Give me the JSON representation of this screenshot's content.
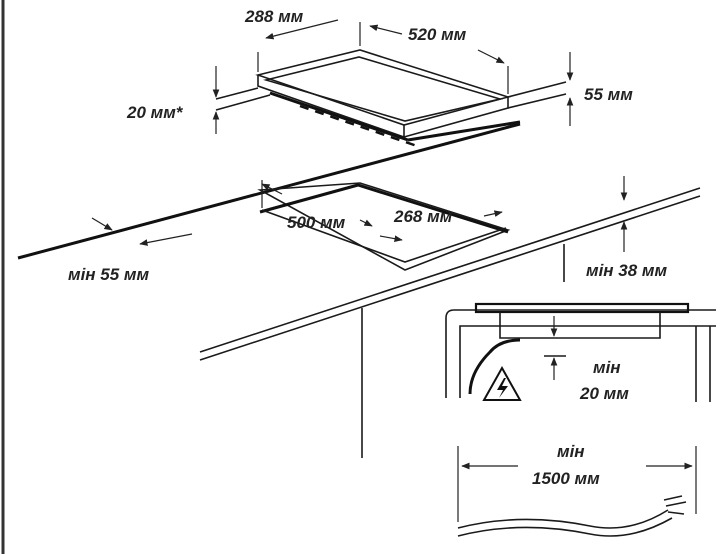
{
  "dimensions": {
    "hob_depth": "288 мм",
    "hob_width": "520 мм",
    "hob_clearance": "20 мм*",
    "hob_height": "55 мм",
    "cutout_width": "500 мм",
    "cutout_depth": "268 мм",
    "min_front_distance": "мін 55 мм",
    "min_worktop_thickness": "мін 38 мм",
    "min_bottom_clearance_line1": "мін",
    "min_bottom_clearance_line2": "20 мм",
    "min_cable_length_line1": "мін",
    "min_cable_length_line2": "1500 мм"
  },
  "icons": {
    "warning": "electrical-hazard-icon"
  },
  "colors": {
    "line": "#1a1a1a",
    "text": "#222222",
    "background": "#ffffff"
  }
}
